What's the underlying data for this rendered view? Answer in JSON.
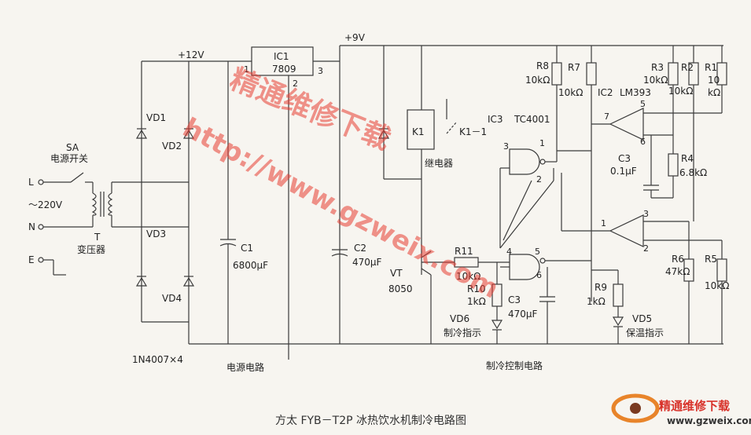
{
  "title": "方太 FYB－T2P 冰热饮水机制冷电路图",
  "sections": {
    "power": "电源电路",
    "control": "制冷控制电路"
  },
  "rails": {
    "v12": "+12V",
    "v9": "+9V"
  },
  "labels": {
    "sa": "SA",
    "sa_desc": "电源开关",
    "L": "L",
    "N": "N",
    "E": "E",
    "ac": "～220V",
    "T": "T",
    "T_desc": "变压器",
    "VD1": "VD1",
    "VD2": "VD2",
    "VD3": "VD3",
    "VD4": "VD4",
    "diode_type": "1N4007×4",
    "IC1": "IC1",
    "IC1_type": "7809",
    "pin1": "1",
    "pin2": "2",
    "pin3": "3",
    "C1": "C1",
    "C1_val": "6800μF",
    "C2": "C2",
    "C2_val": "470μF",
    "K1": "K1",
    "K1_1": "K1－1",
    "relay": "继电器",
    "VT": "VT",
    "VT_type": "8050",
    "R11": "R11",
    "R11_val": "10kΩ",
    "R10": "R10",
    "R10_val": "1kΩ",
    "C3b": "C3",
    "C3b_val": "470μF",
    "VD6": "VD6",
    "VD6_desc": "制冷指示",
    "IC3": "IC3",
    "IC3_type": "TC4001",
    "R8": "R8",
    "R8_val": "10kΩ",
    "R7": "R7",
    "R7_val": "10kΩ",
    "IC2": "IC2",
    "IC2_type": "LM393",
    "R3": "R3",
    "R3_val": "10kΩ",
    "R2": "R2",
    "R2_val": "10kΩ",
    "R1": "R1",
    "R1_val": "10",
    "R1_val2": "kΩ",
    "C3": "C3",
    "C3_val": "0.1μF",
    "R4": "R4",
    "R4_val": "6.8kΩ",
    "R6": "R6",
    "R6_val": "47kΩ",
    "R5": "R5",
    "R5_val": "10kΩ",
    "R9": "R9",
    "R9_val": "1kΩ",
    "VD5": "VD5",
    "VD5_desc": "保温指示",
    "g_p1": "1",
    "g_p2": "2",
    "g_p3": "3",
    "g_p4": "4",
    "g_p5": "5",
    "g_p6": "6",
    "c_p1": "1",
    "c_p2": "2",
    "c_p3": "3",
    "c_p5": "5",
    "c_p6": "6",
    "c_p7": "7"
  },
  "watermark": {
    "line1": "精通维修下载",
    "line2": "http://www.gzweix.com"
  },
  "logo": {
    "name": "精通维修下载",
    "url": "www.gzweix.com"
  },
  "colors": {
    "ink": "#3a3a3a",
    "watermark": "#e83c32",
    "background": "#f7f5f0"
  }
}
